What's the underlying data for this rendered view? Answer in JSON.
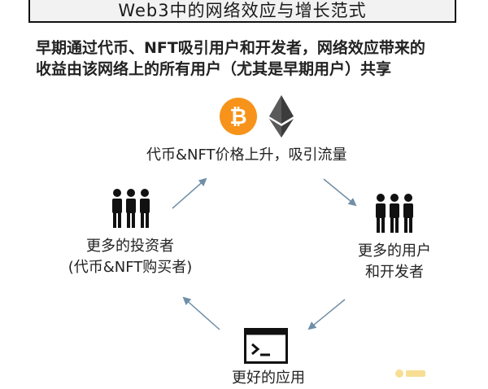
{
  "title": "Web3中的网络效应与增长范式",
  "subtitle": {
    "line1": "早期通过代币、NFT吸引用户和开发者，网络效应带来的",
    "line2": "收益由该网络上的所有用户（尤其是早期用户）共享"
  },
  "nodes": {
    "top": {
      "label": "代币&NFT价格上升，吸引流量",
      "icons": [
        "bitcoin-icon",
        "ethereum-icon"
      ]
    },
    "right": {
      "line1": "更多的用户",
      "line2": "和开发者",
      "icon": "people-group-icon"
    },
    "bottom": {
      "label": "更好的应用",
      "icon": "terminal-window-icon"
    },
    "left": {
      "line1": "更多的投资者",
      "line2": "(代币&NFT购买者)",
      "icon": "people-group-icon"
    }
  },
  "colors": {
    "bitcoin": "#f7931a",
    "ethereum": "#3c3c3d",
    "arrow": "#6f8fa8",
    "watermark": "#f2c94c"
  }
}
